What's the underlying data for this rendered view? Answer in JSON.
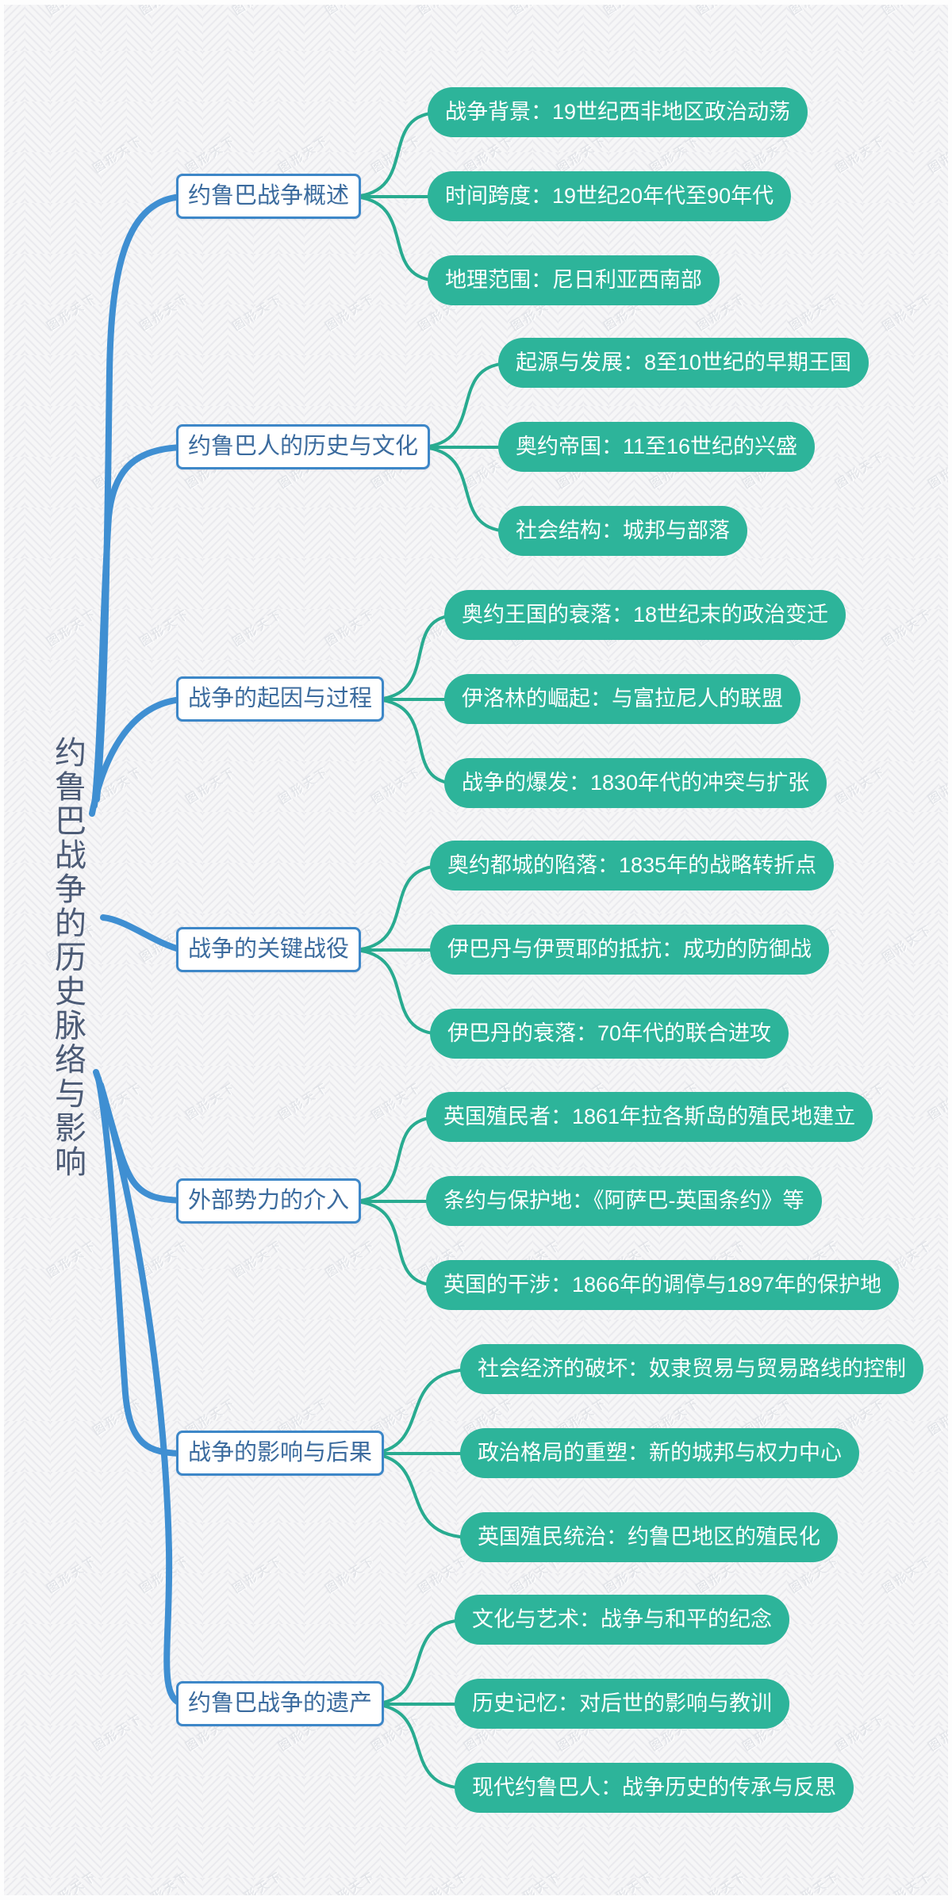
{
  "root": {
    "label": "约鲁巴战争的历史脉络与影响"
  },
  "branches": [
    {
      "label": "约鲁巴战争概述",
      "children": [
        "战争背景：19世纪西非地区政治动荡",
        "时间跨度：19世纪20年代至90年代",
        "地理范围：尼日利亚西南部"
      ]
    },
    {
      "label": "约鲁巴人的历史与文化",
      "children": [
        "起源与发展：8至10世纪的早期王国",
        "奥约帝国：11至16世纪的兴盛",
        "社会结构：城邦与部落"
      ]
    },
    {
      "label": "战争的起因与过程",
      "children": [
        "奥约王国的衰落：18世纪末的政治变迁",
        "伊洛林的崛起：与富拉尼人的联盟",
        "战争的爆发：1830年代的冲突与扩张"
      ]
    },
    {
      "label": "战争的关键战役",
      "children": [
        "奥约都城的陷落：1835年的战略转折点",
        "伊巴丹与伊贾耶的抵抗：成功的防御战",
        "伊巴丹的衰落：70年代的联合进攻"
      ]
    },
    {
      "label": "外部势力的介入",
      "children": [
        "英国殖民者：1861年拉各斯岛的殖民地建立",
        "条约与保护地：《阿萨巴-英国条约》等",
        "英国的干涉：1866年的调停与1897年的保护地"
      ]
    },
    {
      "label": "战争的影响与后果",
      "children": [
        "社会经济的破坏：奴隶贸易与贸易路线的控制",
        "政治格局的重塑：新的城邦与权力中心",
        "英国殖民统治：约鲁巴地区的殖民化"
      ]
    },
    {
      "label": "约鲁巴战争的遗产",
      "children": [
        "文化与艺术：战争与和平的纪念",
        "历史记忆：对后世的影响与教训",
        "现代约鲁巴人：战争历史的传承与反思"
      ]
    }
  ],
  "watermark": {
    "text": "图形天下"
  },
  "colors": {
    "leaf_bg": "#2db49a",
    "leaf_text": "#ffffff",
    "leaf_line": "#28ab90",
    "branch_line": "#3f8fd2",
    "branch_border": "#3d87c8",
    "branch_text": "#3b6b9e",
    "root_text": "#4c5b76",
    "bg_base": "#f6f6f7",
    "bg_stripe": "#eaeaee"
  }
}
